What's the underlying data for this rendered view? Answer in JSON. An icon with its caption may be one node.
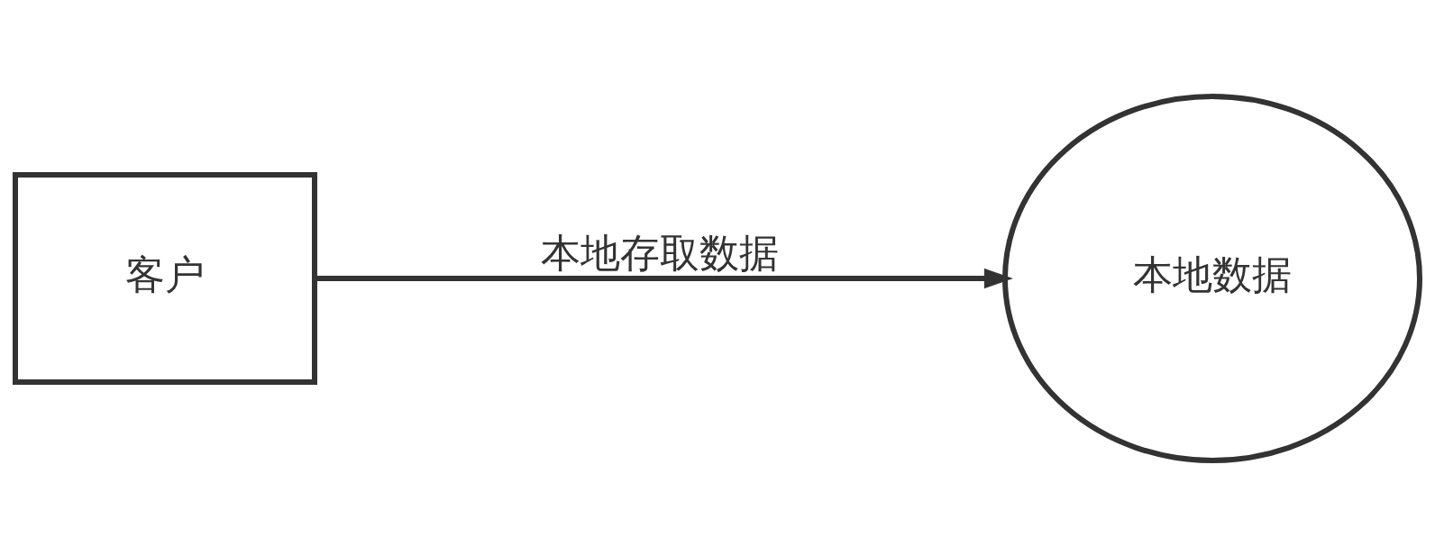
{
  "diagram": {
    "nodes": [
      {
        "text": [
          "客户"
        ]
      },
      {
        "text": [
          "本地数据"
        ]
      }
    ],
    "edges": [
      {
        "from": 0,
        "to": 1,
        "arrow": "to",
        "label": "本地存取数据"
      }
    ]
  }
}
